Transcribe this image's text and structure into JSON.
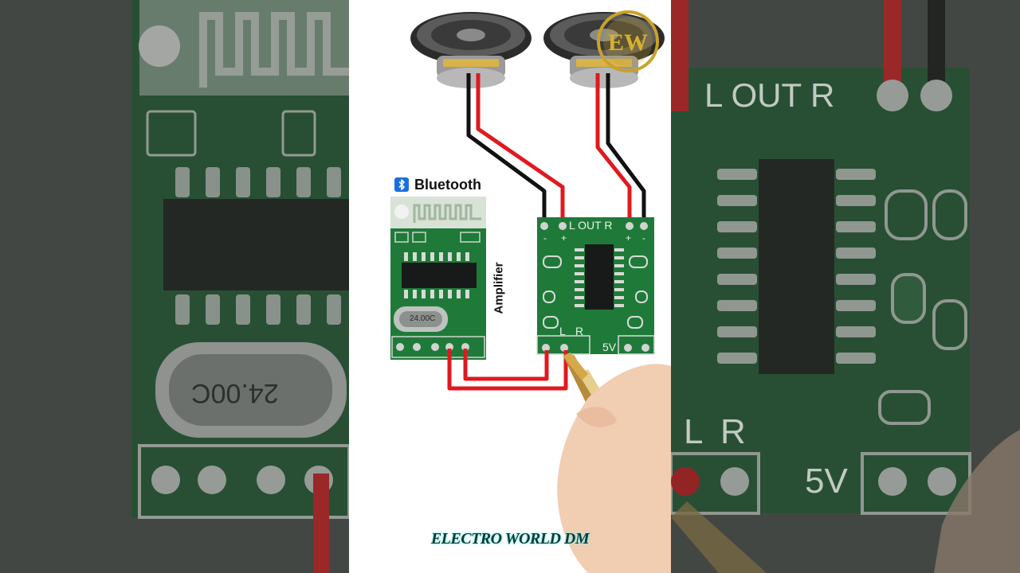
{
  "diagram": {
    "bluetooth_label": "Bluetooth",
    "amplifier_label": "Amplifier",
    "amp_out_label": "L OUT R",
    "amp_in_l": "L",
    "amp_in_r": "R",
    "amp_power": "5V",
    "crystal_marking": "24.00C",
    "amp_out_polarity_left": [
      "-",
      "+"
    ],
    "amp_out_polarity_right": [
      "+",
      "-"
    ]
  },
  "logo": {
    "text": "EW"
  },
  "watermark": {
    "text": "ELECTRO WORLD DM"
  },
  "background_zoom": {
    "left": {
      "crystal_marking": "24.00C"
    },
    "right": {
      "out_label": "L OUT R",
      "in_l": "L",
      "in_r": "R",
      "power": "5V"
    }
  },
  "colors": {
    "pcb_green": "#1f7a3a",
    "wire_red": "#e0191f",
    "wire_black": "#111111",
    "bluetooth_blue": "#1a6fe0",
    "watermark_glow": "#8ff0e6",
    "logo_gold": "#c9a227"
  }
}
